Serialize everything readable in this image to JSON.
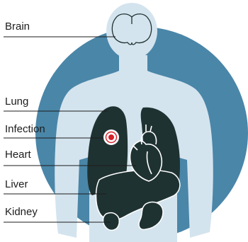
{
  "labels": {
    "brain": "Brain",
    "lung": "Lung",
    "infection": "Infection",
    "heart": "Heart",
    "liver": "Liver",
    "kidney": "Kidney"
  },
  "colors": {
    "background_circle": "#4a86a8",
    "body_silhouette": "#d4e4ee",
    "organs": "#1f3232",
    "organ_outline": "#ffffff",
    "infection_marker": "#d4202a",
    "leader_lines": "#1c1c1c",
    "label_text": "#1c1c1c"
  },
  "icons": {
    "brain": "brain-outline-icon",
    "infection": "infection-target-icon"
  }
}
